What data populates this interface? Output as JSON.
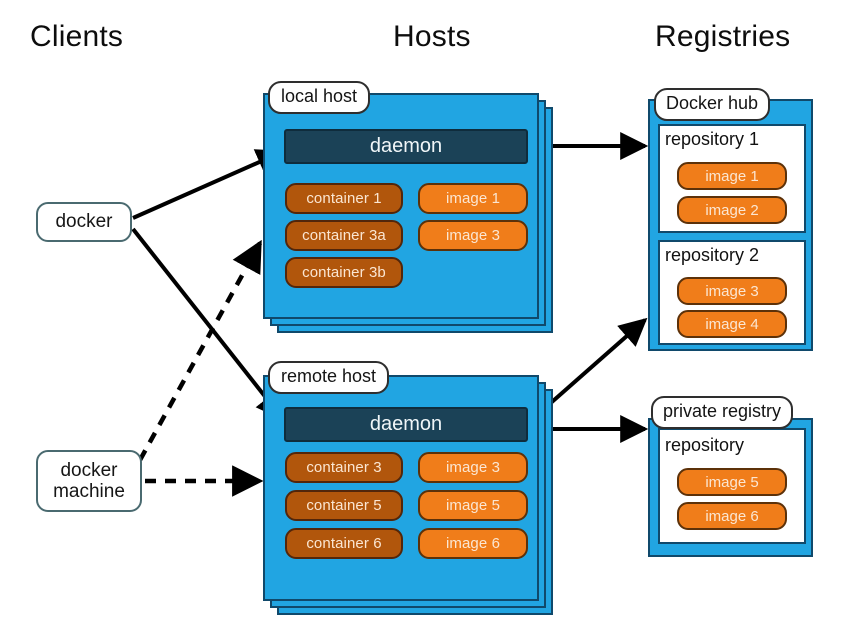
{
  "headings": {
    "clients": "Clients",
    "hosts": "Hosts",
    "registries": "Registries"
  },
  "clients": [
    {
      "id": "docker",
      "label": "docker"
    },
    {
      "id": "docker-machine",
      "label": "docker machine"
    }
  ],
  "hosts": [
    {
      "id": "local-host",
      "label": "local host",
      "daemon": "daemon",
      "containers": [
        "container 1",
        "container 3a",
        "container 3b"
      ],
      "images": [
        "image 1",
        "image 3"
      ]
    },
    {
      "id": "remote-host",
      "label": "remote host",
      "daemon": "daemon",
      "containers": [
        "container 3",
        "container 5",
        "container 6"
      ],
      "images": [
        "image 3",
        "image 5",
        "image 6"
      ]
    }
  ],
  "registries": [
    {
      "id": "docker-hub",
      "label": "Docker hub",
      "repositories": [
        {
          "title": "repository 1",
          "images": [
            "image 1",
            "image 2"
          ]
        },
        {
          "title": "repository 2",
          "images": [
            "image 3",
            "image 4"
          ]
        }
      ]
    },
    {
      "id": "private-registry",
      "label": "private registry",
      "repositories": [
        {
          "title": "repository",
          "images": [
            "image 5",
            "image 6"
          ]
        }
      ]
    }
  ],
  "connections": [
    {
      "from": "docker",
      "to": "local-host-daemon",
      "style": "solid"
    },
    {
      "from": "docker",
      "to": "remote-host-daemon",
      "style": "solid"
    },
    {
      "from": "docker-machine",
      "to": "local-host",
      "style": "dashed"
    },
    {
      "from": "docker-machine",
      "to": "remote-host",
      "style": "dashed"
    },
    {
      "from": "local-host-daemon",
      "to": "repository-1",
      "style": "solid"
    },
    {
      "from": "remote-host-daemon",
      "to": "repository-2",
      "style": "solid"
    },
    {
      "from": "remote-host-daemon",
      "to": "private-registry",
      "style": "solid"
    }
  ],
  "colors": {
    "host_blue": "#21a5e2",
    "host_border": "#10496b",
    "daemon": "#1b4257",
    "container": "#b1560c",
    "image": "#f07d1a",
    "arrow": "#000000",
    "background": "#ffffff"
  }
}
